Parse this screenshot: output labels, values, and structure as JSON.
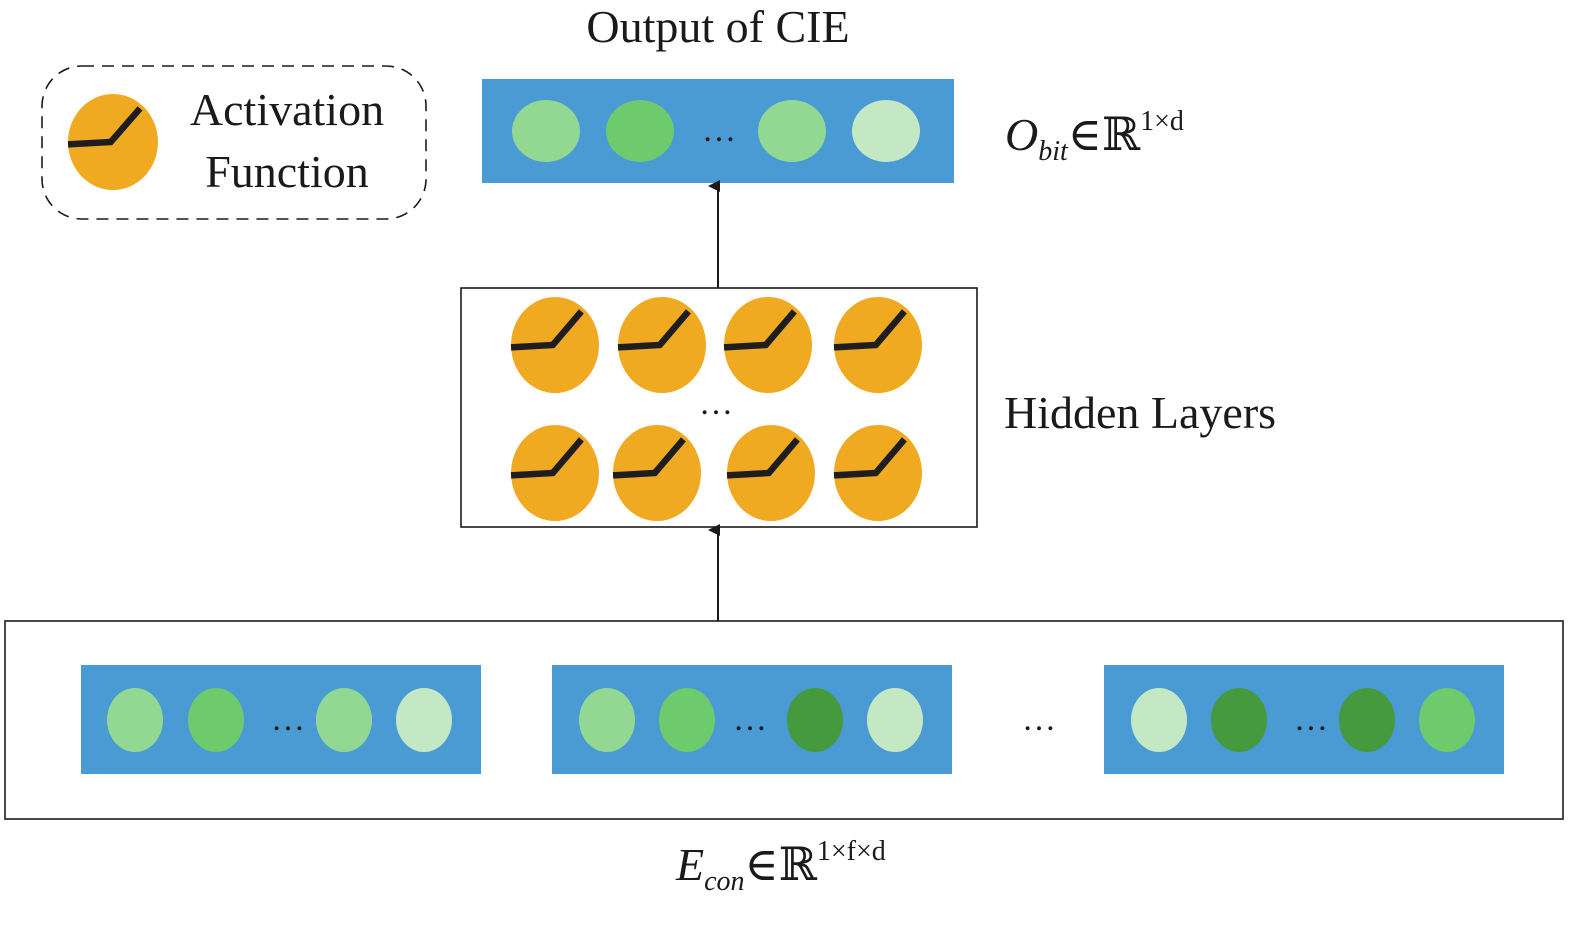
{
  "title": "Output of CIE",
  "legend": {
    "line1": "Activation",
    "line2": "Function"
  },
  "output_label": {
    "symbol": "O",
    "subscript": "bit",
    "member": "∈ℝ",
    "superscript": "1×d"
  },
  "hidden_label": "Hidden Layers",
  "input_label": {
    "symbol": "E",
    "subscript": "con",
    "member": "∈ℝ",
    "superscript": "1×f×d"
  },
  "ellipsis": "…",
  "colors": {
    "vector_bar": "#4a9ad4",
    "activation": "#f0aa22",
    "activation_stroke": "#1e1e1e",
    "green_pale": "#c4e8c4",
    "green_light": "#92d892",
    "green_mid": "#6dca6d",
    "green_dark": "#449a3c"
  },
  "output_vector": [
    "green_light",
    "green_mid",
    "gap",
    "green_light",
    "green_pale"
  ],
  "hidden_rows": 2,
  "hidden_units_per_row": 4,
  "input_vectors": [
    [
      "green_light",
      "green_mid",
      "gap",
      "green_light",
      "green_pale"
    ],
    [
      "green_light",
      "green_mid",
      "gap",
      "green_dark",
      "green_pale"
    ],
    [
      "green_pale",
      "green_dark",
      "gap",
      "green_dark",
      "green_mid"
    ]
  ]
}
